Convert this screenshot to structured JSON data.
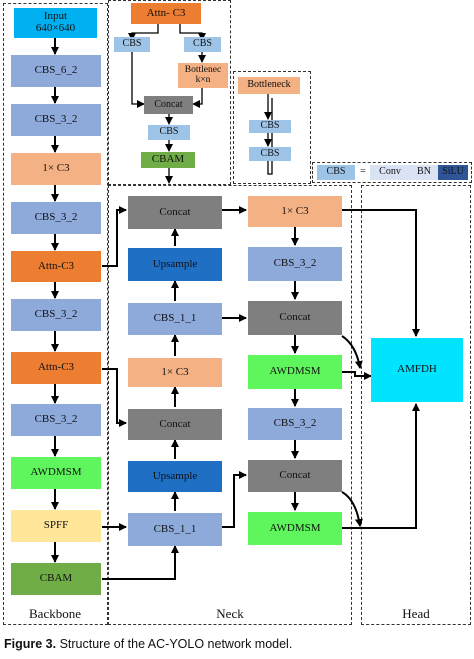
{
  "input_box": {
    "line1": "Input",
    "line2": "640×640"
  },
  "backbone_nodes": [
    "CBS_6_2",
    "CBS_3_2",
    "1× C3",
    "CBS_3_2",
    "Attn-C3",
    "CBS_3_2",
    "Attn-C3",
    "CBS_3_2",
    "AWDMSM",
    "SPFF",
    "CBAM"
  ],
  "attn_module": {
    "title": "Attn- C3",
    "cbs_left": "CBS",
    "cbs_right": "CBS",
    "bottleneck": "Bottlenec k×n",
    "concat": "Concat",
    "cbs_out": "CBS",
    "cbam": "CBAM"
  },
  "bottleneck_module": {
    "title": "Bottleneck",
    "cbs1": "CBS",
    "cbs2": "CBS"
  },
  "legend": {
    "cbs": "CBS",
    "equals": "=",
    "conv": "Conv",
    "bn": "BN",
    "silu": "SiLU"
  },
  "neck_left": [
    "Concat",
    "Upsample",
    "CBS_1_1",
    "1× C3",
    "Concat",
    "Upsample",
    "CBS_1_1"
  ],
  "neck_right": [
    "1× C3",
    "CBS_3_2",
    "Concat",
    "AWDMSM",
    "CBS_3_2",
    "Concat",
    "AWDMSM"
  ],
  "head": {
    "node": "AMFDH"
  },
  "section_labels": {
    "backbone": "Backbone",
    "neck": "Neck",
    "head": "Head"
  },
  "caption": {
    "prefix": "Figure 3.",
    "text": " Structure of the AC-YOLO network model."
  }
}
